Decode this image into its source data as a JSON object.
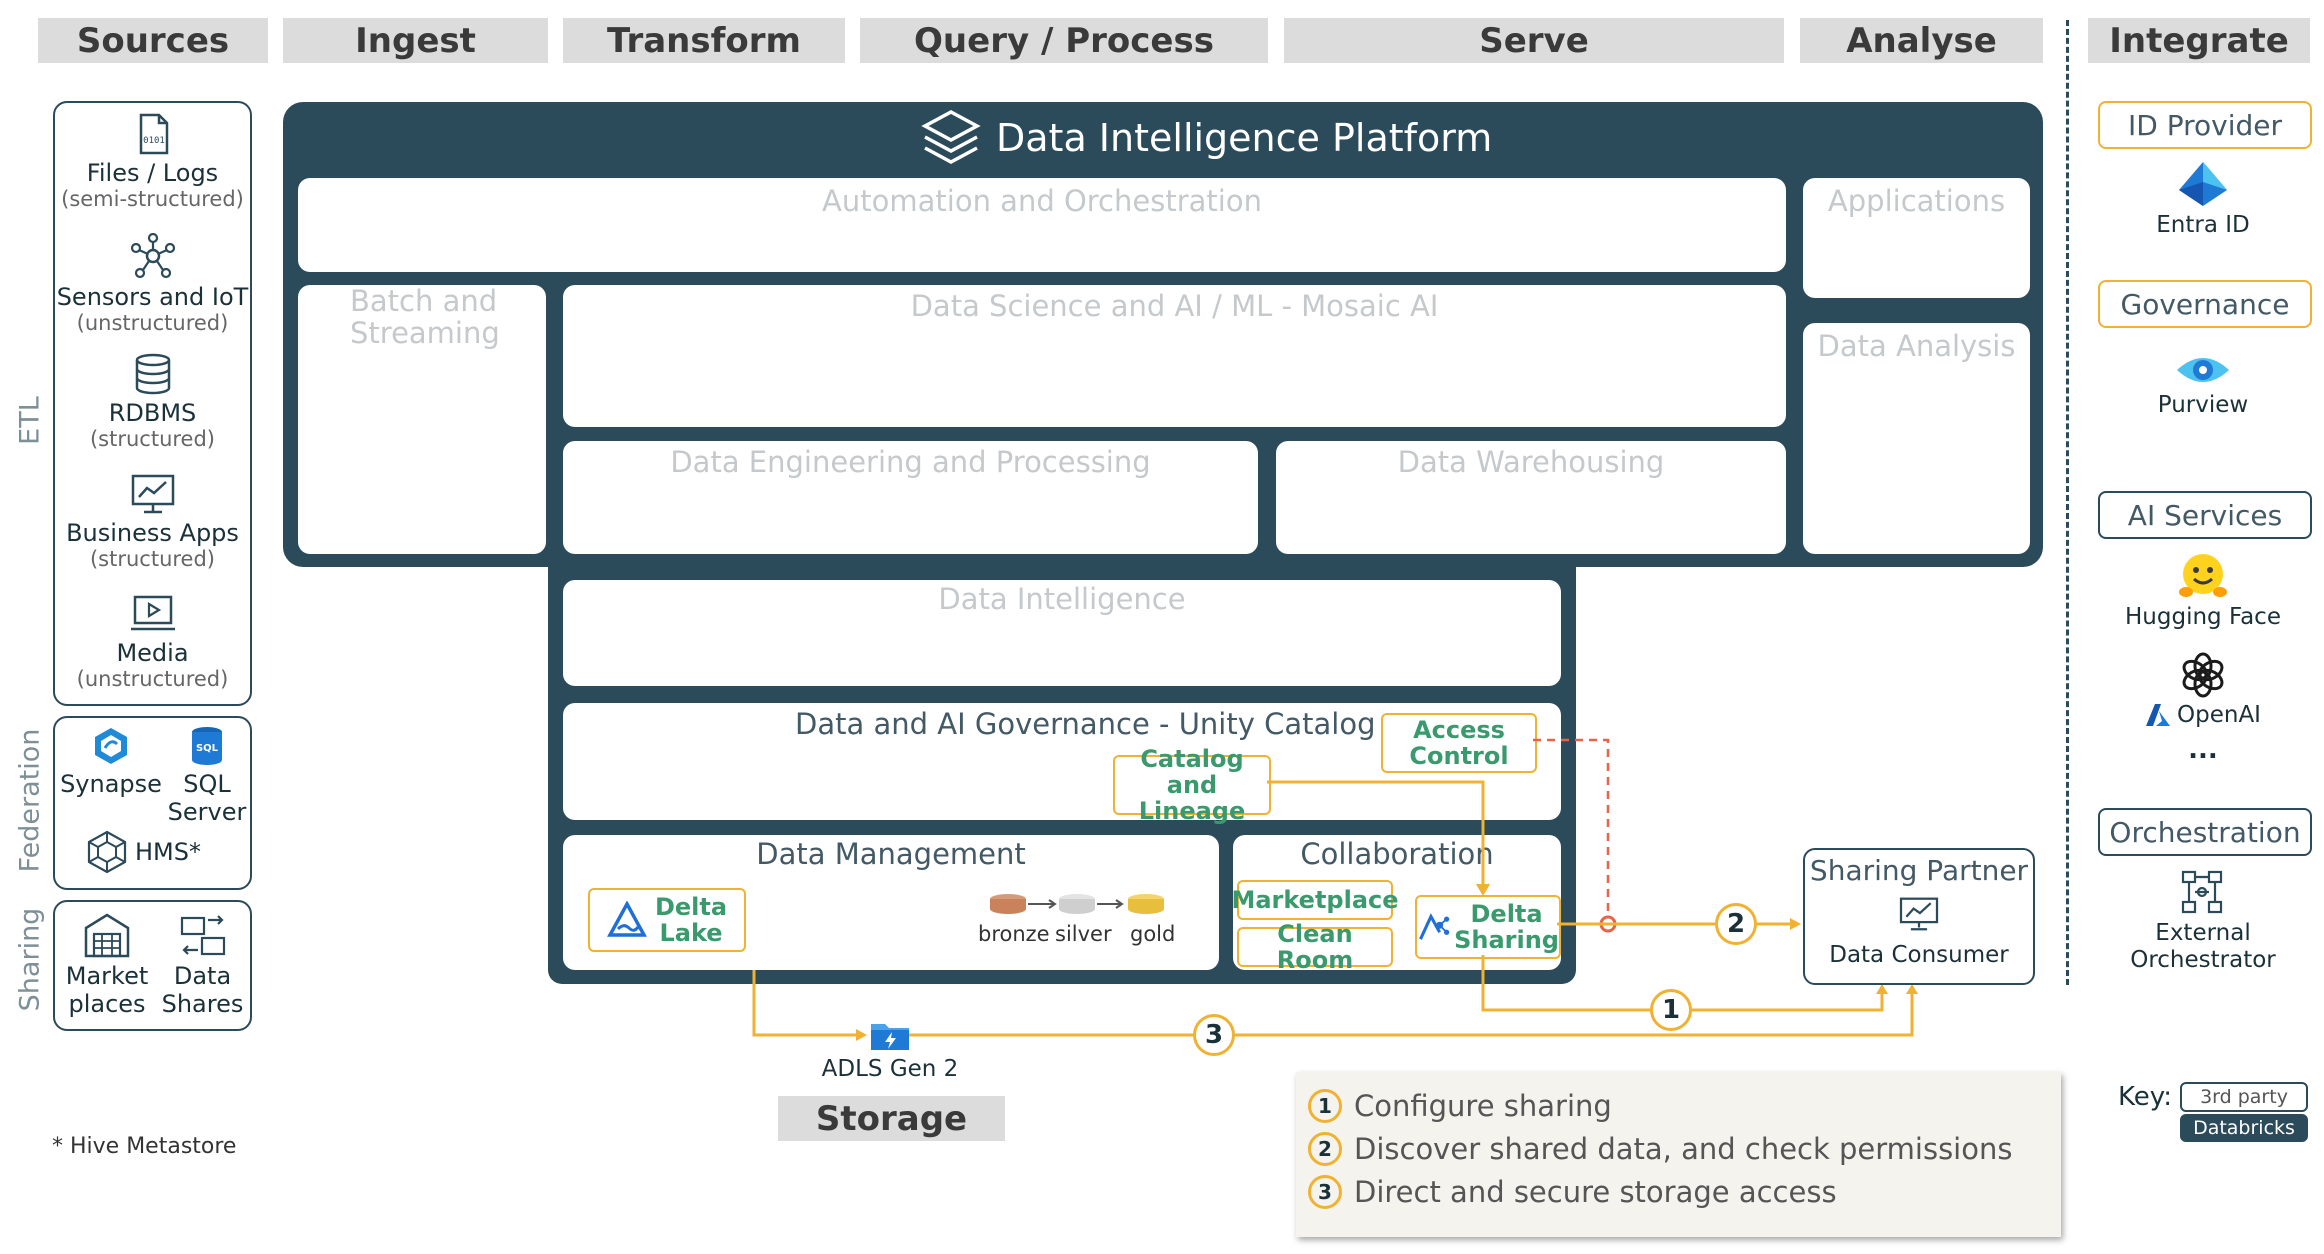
{
  "headers": {
    "sources": "Sources",
    "ingest": "Ingest",
    "transform": "Transform",
    "query": "Query / Process",
    "serve": "Serve",
    "analyse": "Analyse",
    "integrate": "Integrate"
  },
  "side_labels": {
    "etl": "ETL",
    "federation": "Federation",
    "sharing": "Sharing"
  },
  "sources": {
    "etl": [
      {
        "name": "Files / Logs",
        "sub": "(semi-structured)"
      },
      {
        "name": "Sensors and IoT",
        "sub": "(unstructured)"
      },
      {
        "name": "RDBMS",
        "sub": "(structured)"
      },
      {
        "name": "Business Apps",
        "sub": "(structured)"
      },
      {
        "name": "Media",
        "sub": "(unstructured)"
      }
    ],
    "federation": {
      "synapse": "Synapse",
      "sql_line1": "SQL",
      "sql_line2": "Server",
      "hms": "HMS*",
      "sql_badge": "SQL"
    },
    "sharing": {
      "market_line1": "Market",
      "market_line2": "places",
      "data_line1": "Data",
      "data_line2": "Shares"
    },
    "footnote": "* Hive Metastore"
  },
  "platform": {
    "title": "Data Intelligence Platform",
    "automation": "Automation and Orchestration",
    "applications": "Applications",
    "batch_line1": "Batch and",
    "batch_line2": "Streaming",
    "data_science": "Data Science and AI / ML - Mosaic AI",
    "data_analysis": "Data Analysis",
    "data_engineering": "Data Engineering and Processing",
    "data_warehousing": "Data Warehousing",
    "data_intelligence": "Data Intelligence",
    "governance": "Data and AI Governance - Unity Catalog",
    "access_control_line1": "Access",
    "access_control_line2": "Control",
    "catalog_line1": "Catalog and",
    "catalog_line2": "Lineage",
    "data_management": "Data Management",
    "delta_lake_line1": "Delta",
    "delta_lake_line2": "Lake",
    "medallion": [
      "bronze",
      "silver",
      "gold"
    ],
    "collaboration": "Collaboration",
    "marketplace": "Marketplace",
    "clean_room": "Clean Room",
    "delta_sharing_line1": "Delta",
    "delta_sharing_line2": "Sharing"
  },
  "storage": {
    "adls": "ADLS Gen 2",
    "label": "Storage"
  },
  "partner": {
    "title": "Sharing Partner",
    "consumer": "Data Consumer"
  },
  "steps": [
    "1",
    "2",
    "3"
  ],
  "legend": [
    {
      "num": "1",
      "text": "Configure sharing"
    },
    {
      "num": "2",
      "text": "Discover shared data, and check permissions"
    },
    {
      "num": "3",
      "text": "Direct and secure storage access"
    }
  ],
  "integrate": {
    "id_provider": "ID Provider",
    "entra": "Entra ID",
    "governance": "Governance",
    "purview": "Purview",
    "ai_services": "AI Services",
    "hugging_face": "Hugging Face",
    "openai": "OpenAI",
    "ellipsis": "...",
    "orchestration": "Orchestration",
    "orch_line1": "External",
    "orch_line2": "Orchestrator"
  },
  "key": {
    "label": "Key:",
    "third_party": "3rd party",
    "databricks": "Databricks"
  },
  "colors": {
    "platform_dark": "#2b4a5a",
    "accent_orange": "#f0b232",
    "green_text": "#3a9a6e",
    "dashed_red": "#e8624a",
    "header_gray": "#dcdcdc"
  }
}
